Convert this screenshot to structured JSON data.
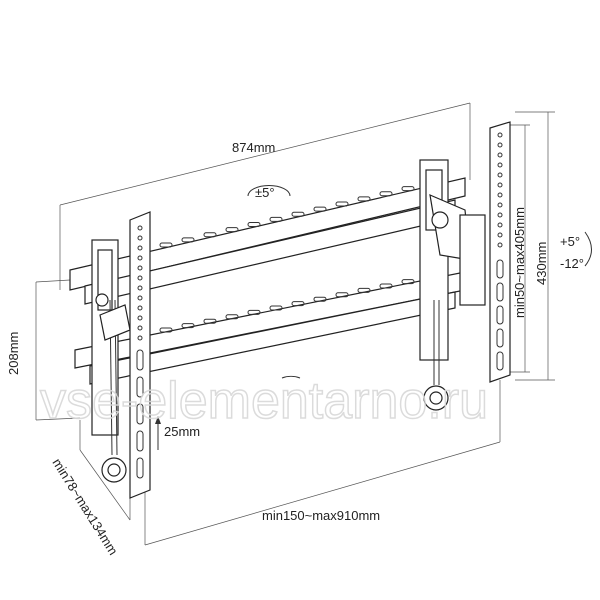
{
  "diagram": {
    "title": "Tilting TV wall mount dimensions",
    "dimensions": {
      "width": "874mm",
      "tilt_rotation": "±5°",
      "vertical_adjust": "min50~max405mm",
      "bracket_height": "430mm",
      "tilt_up": "+5°",
      "tilt_down": "-12°",
      "plate_height": "208mm",
      "vertical_shift": "25mm",
      "horizontal_spacing": "min150~max910mm",
      "wall_distance": "min78~max134mm"
    },
    "watermark": "vse-elementarno.ru"
  }
}
